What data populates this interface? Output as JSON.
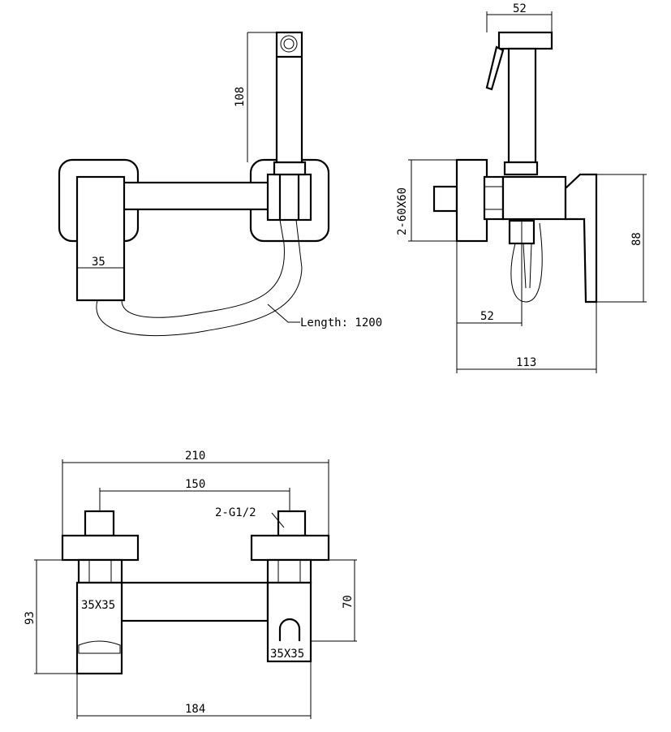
{
  "front_view": {
    "dim_shower_height": "108",
    "dim_body_width": "35",
    "hose_length_label": "Length: 1200"
  },
  "side_view": {
    "dim_handle_width": "52",
    "dim_plate": "2-60X60",
    "dim_height": "88",
    "dim_outlet_offset": "52",
    "dim_depth": "113"
  },
  "top_view": {
    "dim_total_width": "210",
    "dim_centers": "150",
    "thread_label": "2-G1/2",
    "dim_depth_left": "93",
    "dim_depth_right": "70",
    "left_body_size": "35X35",
    "right_body_size": "35X35",
    "dim_body_span": "184"
  }
}
